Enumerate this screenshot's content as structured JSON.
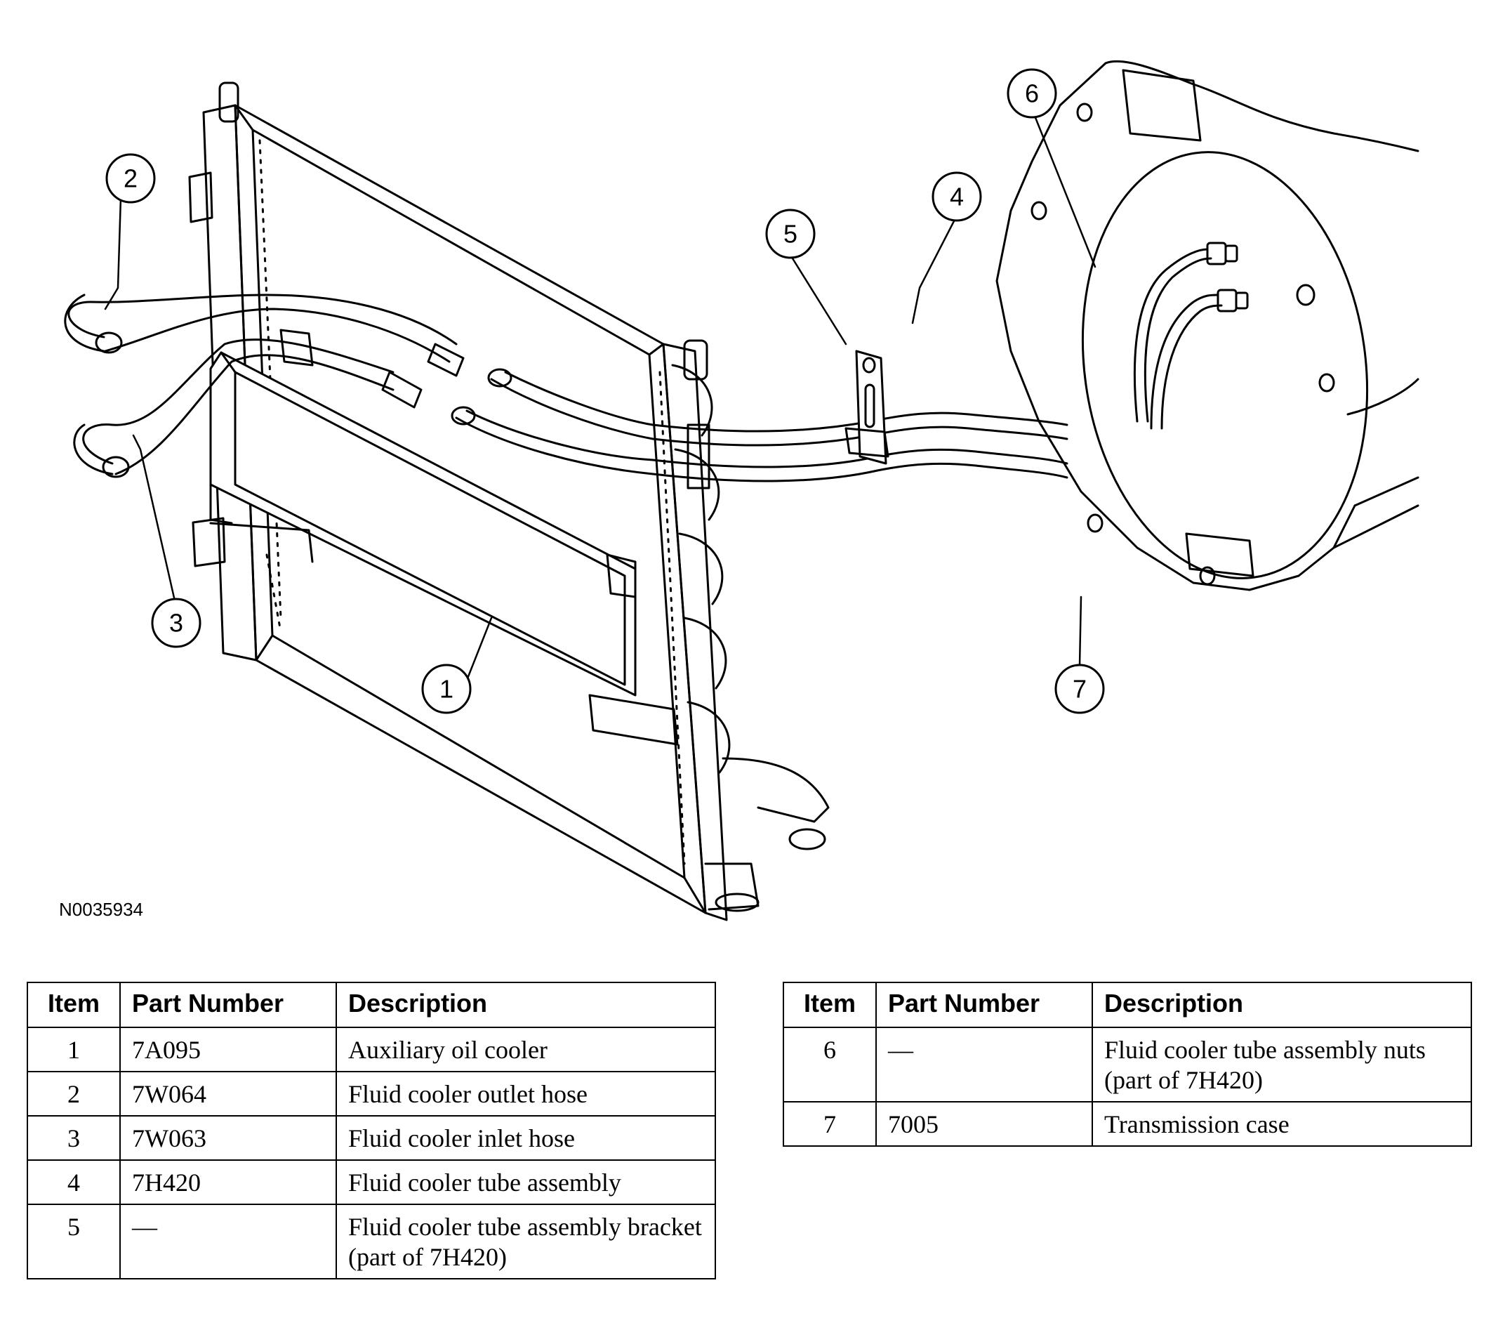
{
  "figure": {
    "id": "N0035934",
    "callouts": [
      "1",
      "2",
      "3",
      "4",
      "5",
      "6",
      "7"
    ]
  },
  "table_left": {
    "headers": [
      "Item",
      "Part Number",
      "Description"
    ],
    "rows": [
      {
        "item": "1",
        "part": "7A095",
        "desc": "Auxiliary oil cooler"
      },
      {
        "item": "2",
        "part": "7W064",
        "desc": "Fluid cooler outlet hose"
      },
      {
        "item": "3",
        "part": "7W063",
        "desc": "Fluid cooler inlet hose"
      },
      {
        "item": "4",
        "part": "7H420",
        "desc": "Fluid cooler tube assembly"
      },
      {
        "item": "5",
        "part": "—",
        "desc": "Fluid cooler tube assembly bracket (part of 7H420)"
      }
    ]
  },
  "table_right": {
    "headers": [
      "Item",
      "Part Number",
      "Description"
    ],
    "rows": [
      {
        "item": "6",
        "part": "—",
        "desc": "Fluid cooler tube assembly nuts (part of 7H420)"
      },
      {
        "item": "7",
        "part": "7005",
        "desc": "Transmission case"
      }
    ]
  }
}
